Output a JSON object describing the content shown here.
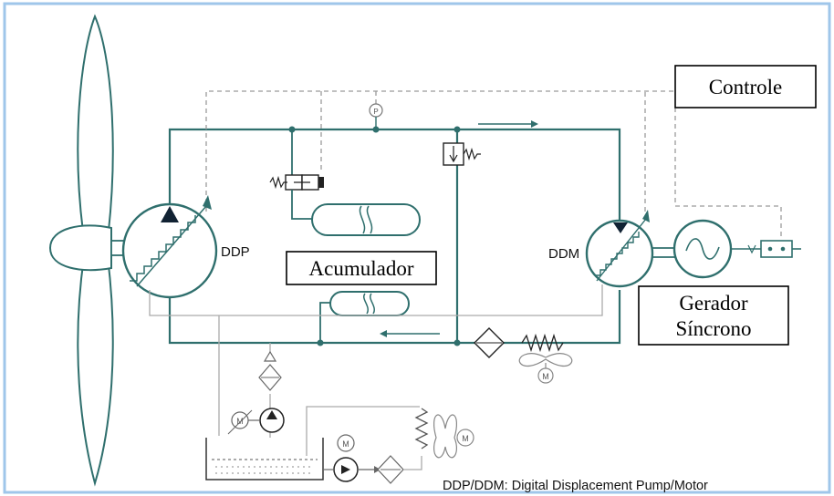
{
  "labels": {
    "controle": "Controle",
    "acumulador": "Acumulador",
    "gerador_line1": "Gerador",
    "gerador_line2": "Síncrono",
    "ddp": "DDP",
    "ddm": "DDM",
    "caption": "DDP/DDM: Digital Displacement Pump/Motor",
    "pressure_gauge": "P",
    "motor": "M"
  },
  "colors": {
    "frame_border": "#9fc6ea",
    "pipe": "#2f6f6d",
    "dashed_signal": "#9a9a9a"
  }
}
